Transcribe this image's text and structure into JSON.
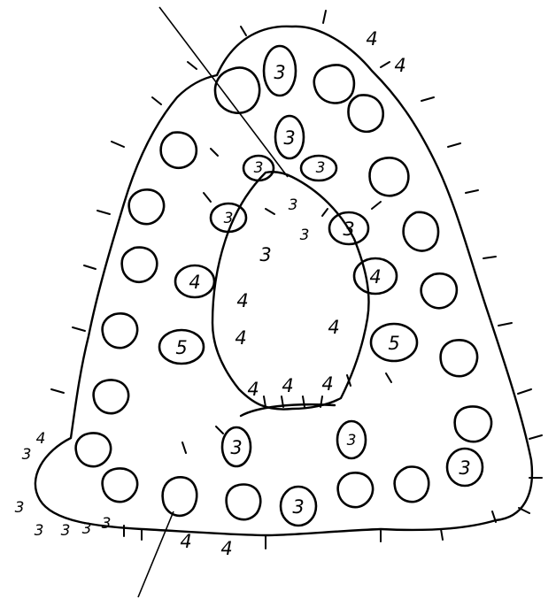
{
  "pattern": {
    "inner_ring_counts": [
      "3",
      "3",
      "3",
      "3",
      "3",
      "4",
      "5",
      "3",
      "4",
      "5",
      "3",
      "3",
      "3",
      "3"
    ],
    "chain_counts": [
      "4",
      "4",
      "3",
      "3",
      "3",
      "4",
      "4",
      "4",
      "4",
      "4",
      "4",
      "4",
      "3",
      "3",
      "3",
      "3",
      "3",
      "3",
      "4",
      "4"
    ]
  }
}
